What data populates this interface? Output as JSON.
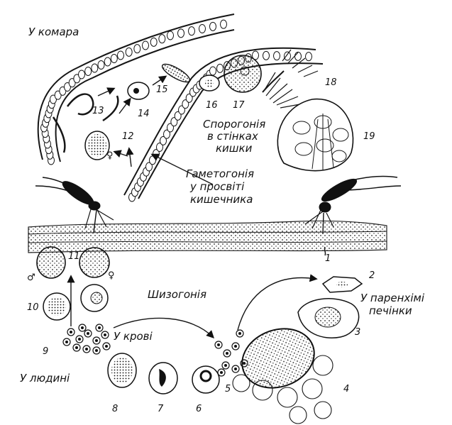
{
  "labels": {
    "in_mosquito": "У комара",
    "sporogony": [
      "Спорогонія",
      "в стінках",
      "кишки"
    ],
    "gametogony": [
      "Гаметогонія",
      "у просвіті",
      "кишечника"
    ],
    "schizogony": "Шизогонія",
    "in_blood": "У крові",
    "in_human": "У людині",
    "liver": [
      "У паренхімі",
      "печінки"
    ]
  },
  "stage_numbers": [
    "1",
    "2",
    "3",
    "4",
    "5",
    "6",
    "7",
    "8",
    "9",
    "10",
    "11",
    "12",
    "13",
    "14",
    "15",
    "16",
    "17",
    "18",
    "19"
  ],
  "sex_symbols": {
    "male": "♂",
    "female": "♀"
  }
}
